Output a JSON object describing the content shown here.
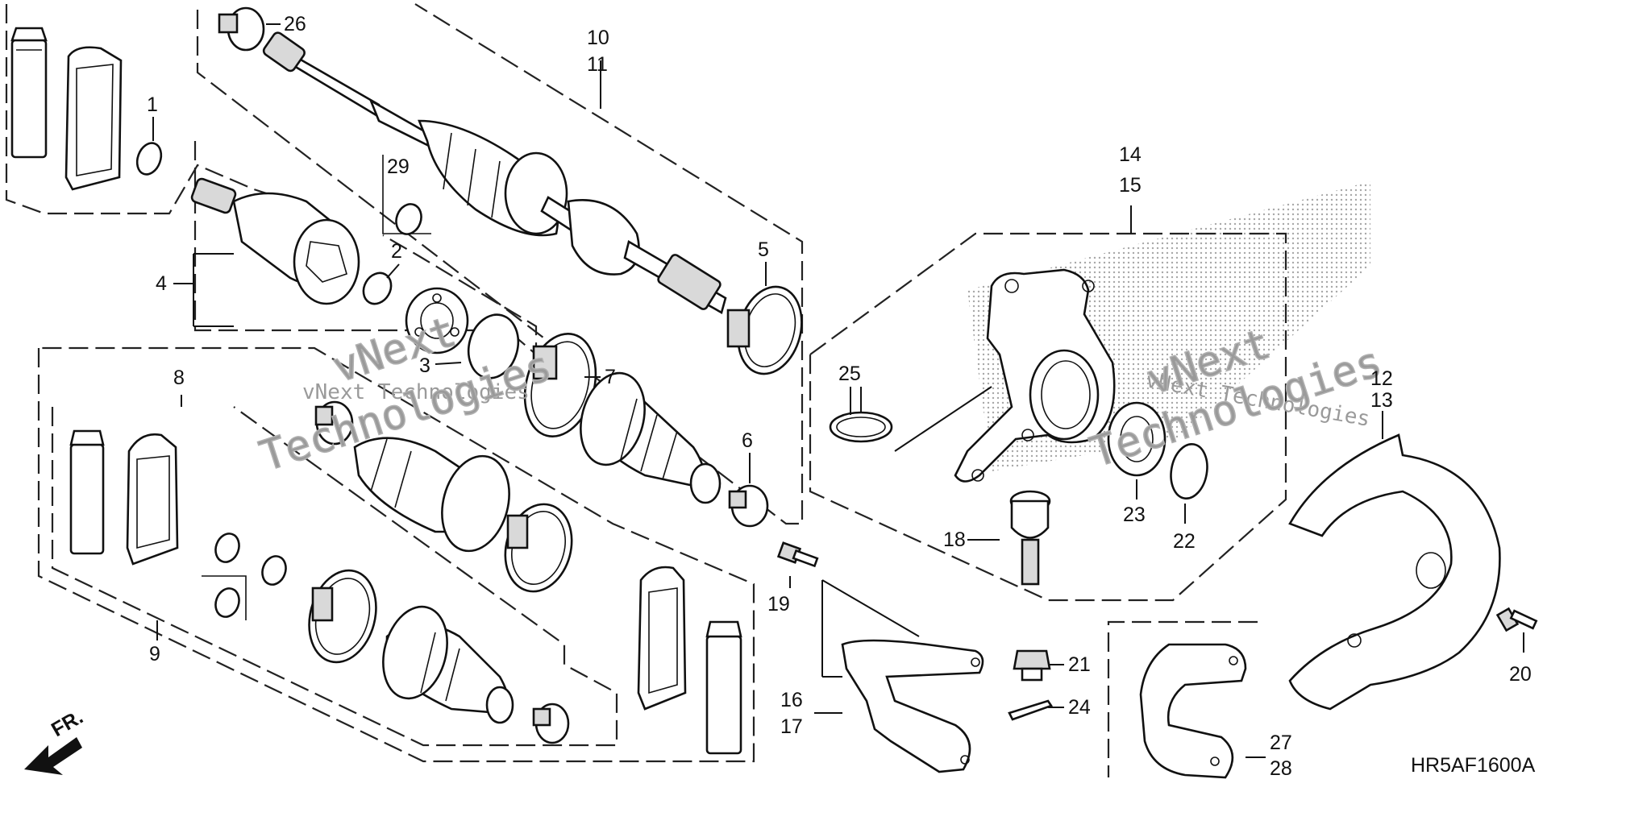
{
  "callouts": {
    "c1": "1",
    "c2": "2",
    "c3": "3",
    "c4": "4",
    "c5": "5",
    "c6": "6",
    "c7": "7",
    "c8": "8",
    "c9": "9",
    "c10": "10",
    "c11": "11",
    "c12": "12",
    "c13": "13",
    "c14": "14",
    "c15": "15",
    "c16": "16",
    "c17": "17",
    "c18": "18",
    "c19": "19",
    "c20": "20",
    "c21": "21",
    "c22": "22",
    "c23": "23",
    "c24": "24",
    "c25": "25",
    "c26": "26",
    "c27": "27",
    "c28": "28",
    "c29": "29"
  },
  "watermarks": {
    "brand_a": "vNext Technologies",
    "brand_b": "Technologies",
    "brand_c": "vNext",
    "brand_d": "vNext Technologies",
    "brand_e": "Technologies",
    "brand_f": "vNext"
  },
  "direction": "FR.",
  "diagram_code": "HR5AF1600A",
  "colors": {
    "line": "#111111",
    "background": "#ffffff",
    "watermark": "#9a9a9a",
    "stipple": "#8a8a8a"
  }
}
